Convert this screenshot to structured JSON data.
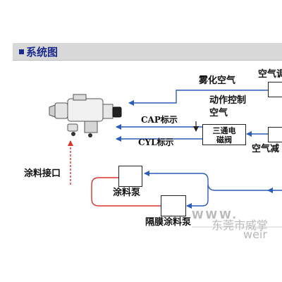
{
  "header": {
    "title": "系统图"
  },
  "labels": {
    "atomizing_air": "雾化空气",
    "air_top_right": "空气调",
    "action_control": "动作控制",
    "air_mid": "空气",
    "cap_label": "CAP标示",
    "cyl_label": "CYL标示",
    "three_way_line1": "三通电",
    "three_way_line2": "磁阀",
    "air_reduce": "空气减",
    "paint_inlet": "涂料接口",
    "paint_pump": "涂料泵",
    "diaphragm_pump": "隔膜涂料泵"
  },
  "watermark": {
    "www": "WWW.",
    "company": "东莞市威",
    "company_tail": "掌",
    "url_part": "weir"
  },
  "colors": {
    "header_text": "#1a2a8c",
    "air_line": "#2a5cb8",
    "paint_line": "#d8342a",
    "watermark": "#b9b9b9"
  }
}
